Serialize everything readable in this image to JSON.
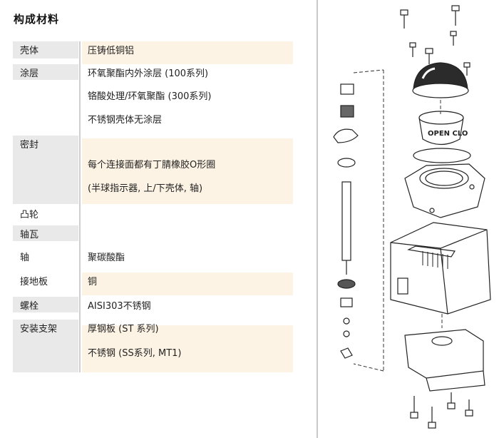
{
  "heading": "构成材料",
  "rows": [
    {
      "label": "壳体",
      "values": [
        "压铸低铜铝"
      ]
    },
    {
      "label": "涂层",
      "values": [
        "环氧聚酯内外涂层 (100系列)",
        "铬酸处理/环氧聚酯 (300系列)",
        "不锈钢壳体无涂层"
      ]
    },
    {
      "label": "密封",
      "values": [
        "每个连接面都有丁腈橡胶O形圈",
        "(半球指示器, 上/下壳体, 轴)"
      ]
    },
    {
      "label": "凸轮",
      "values": []
    },
    {
      "label": "轴瓦",
      "values": []
    },
    {
      "label": "轴",
      "values": [
        "聚碳酸酯"
      ]
    },
    {
      "label": "接地板",
      "values": [
        "铜"
      ]
    },
    {
      "label": "螺栓",
      "values": [
        "AISI303不锈钢"
      ]
    },
    {
      "label": "安装支架",
      "values": [
        "厚钢板 (ST 系列)",
        "不锈钢 (SS系列, MT1)"
      ]
    }
  ],
  "diagram": {
    "indicator_text": "OPEN CLOSE"
  }
}
